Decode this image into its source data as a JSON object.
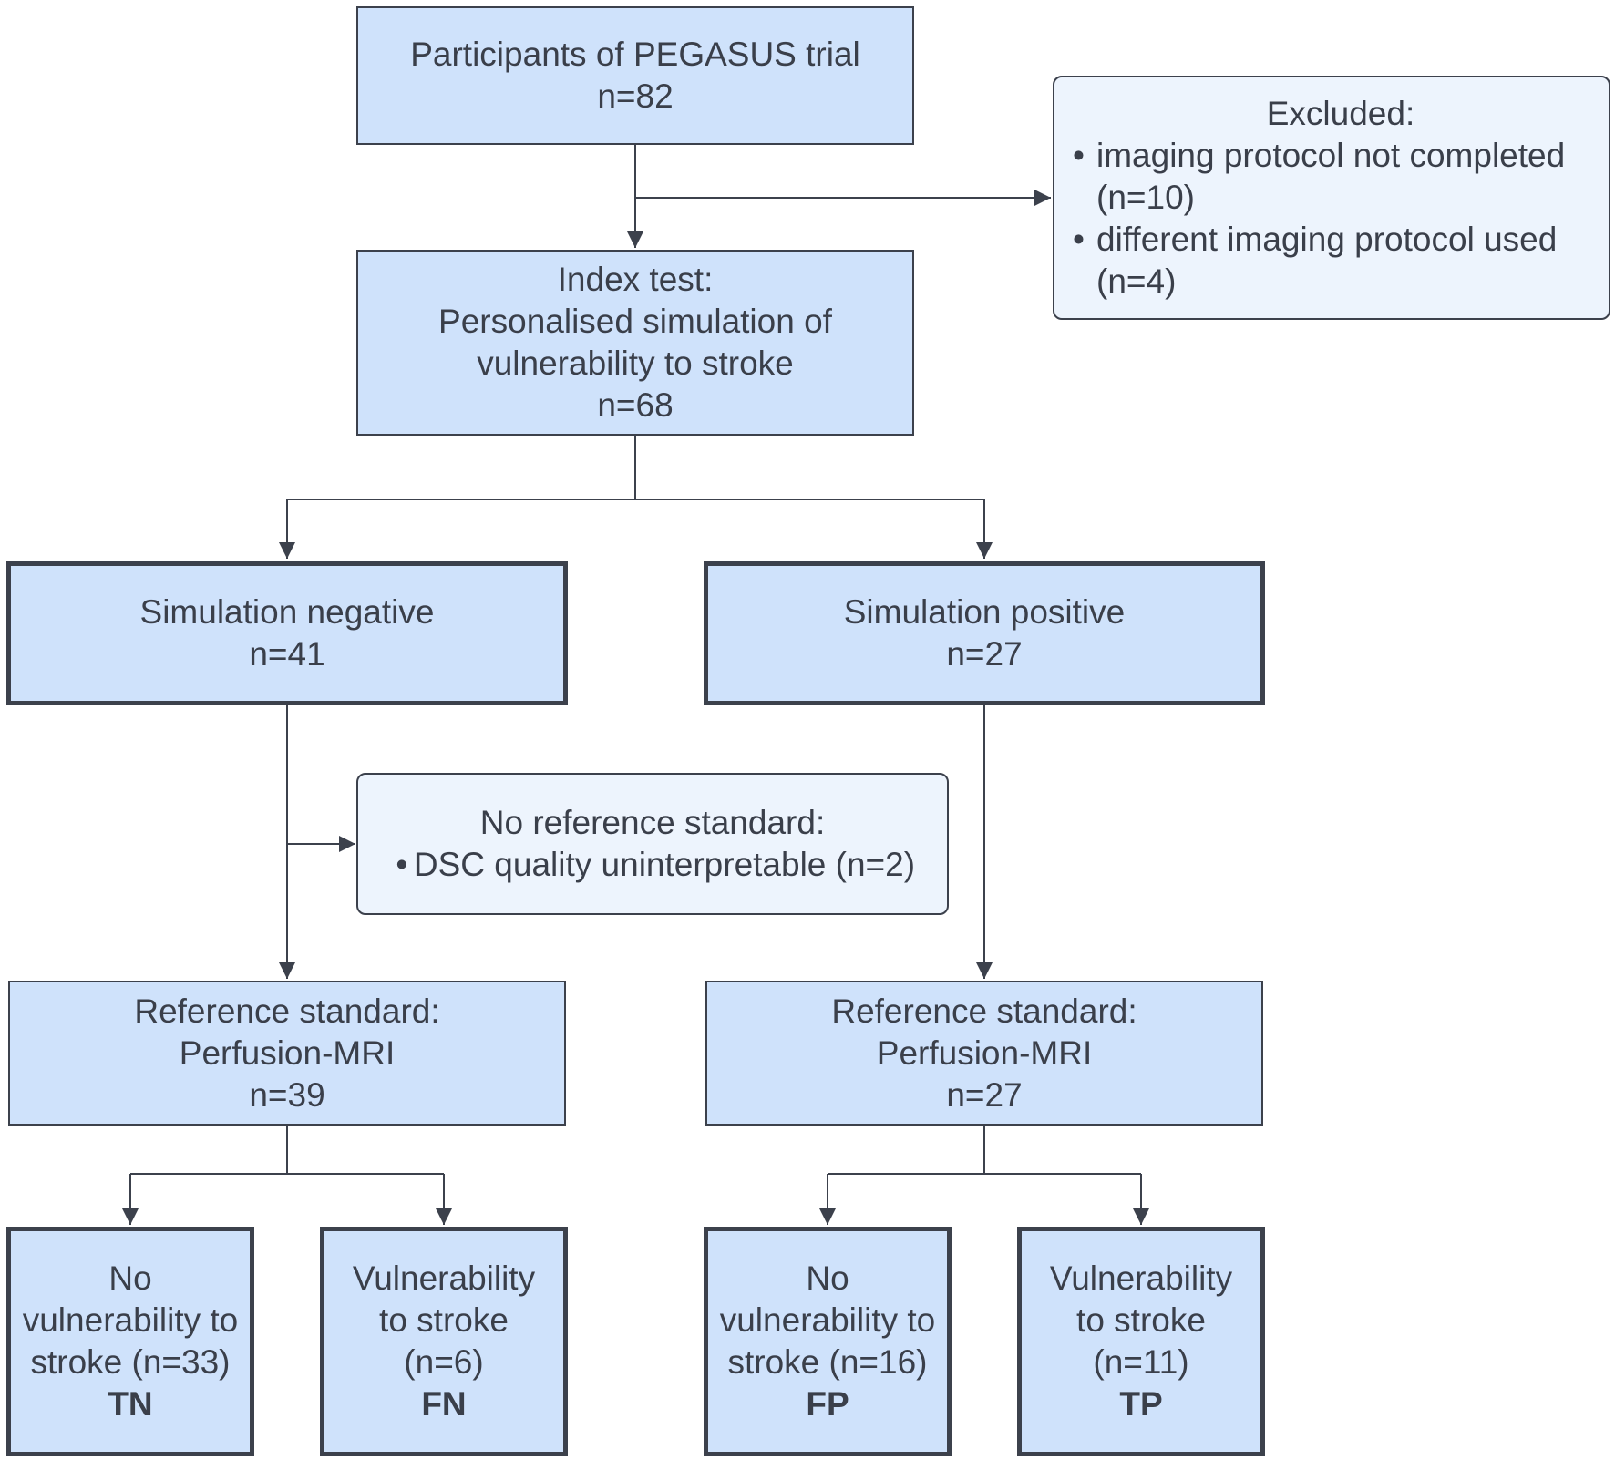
{
  "participants": {
    "title": "Participants of PEGASUS trial",
    "count": "n=82"
  },
  "excluded": {
    "title": "Excluded:",
    "items": [
      {
        "line1": "imaging protocol not completed",
        "line2": "(n=10)"
      },
      {
        "line1": "different imaging protocol used",
        "line2": "(n=4)"
      }
    ]
  },
  "index_test": {
    "line1": "Index test:",
    "line2": "Personalised simulation of",
    "line3": "vulnerability to stroke",
    "count": "n=68"
  },
  "sim_negative": {
    "title": "Simulation negative",
    "count": "n=41"
  },
  "sim_positive": {
    "title": "Simulation positive",
    "count": "n=27"
  },
  "no_reference": {
    "title": "No reference standard:",
    "item": "DSC quality uninterpretable (n=2)"
  },
  "ref_left": {
    "line1": "Reference standard:",
    "line2": "Perfusion-MRI",
    "count": "n=39"
  },
  "ref_right": {
    "line1": "Reference standard:",
    "line2": "Perfusion-MRI",
    "count": "n=27"
  },
  "outcomes": {
    "tn": {
      "l1": "No",
      "l2": "vulnerability to",
      "l3": "stroke (n=33)",
      "code": "TN"
    },
    "fn": {
      "l1": "Vulnerability",
      "l2": "to stroke",
      "l3": "(n=6)",
      "code": "FN"
    },
    "fp": {
      "l1": "No",
      "l2": "vulnerability to",
      "l3": "stroke (n=16)",
      "code": "FP"
    },
    "tp": {
      "l1": "Vulnerability",
      "l2": "to stroke",
      "l3": "(n=11)",
      "code": "TP"
    }
  },
  "colors": {
    "box_fill": "#cfe2fb",
    "light_fill": "#edf4fd",
    "line": "#3c414c",
    "text": "#3a3f4a"
  },
  "bullet_glyph": "•"
}
